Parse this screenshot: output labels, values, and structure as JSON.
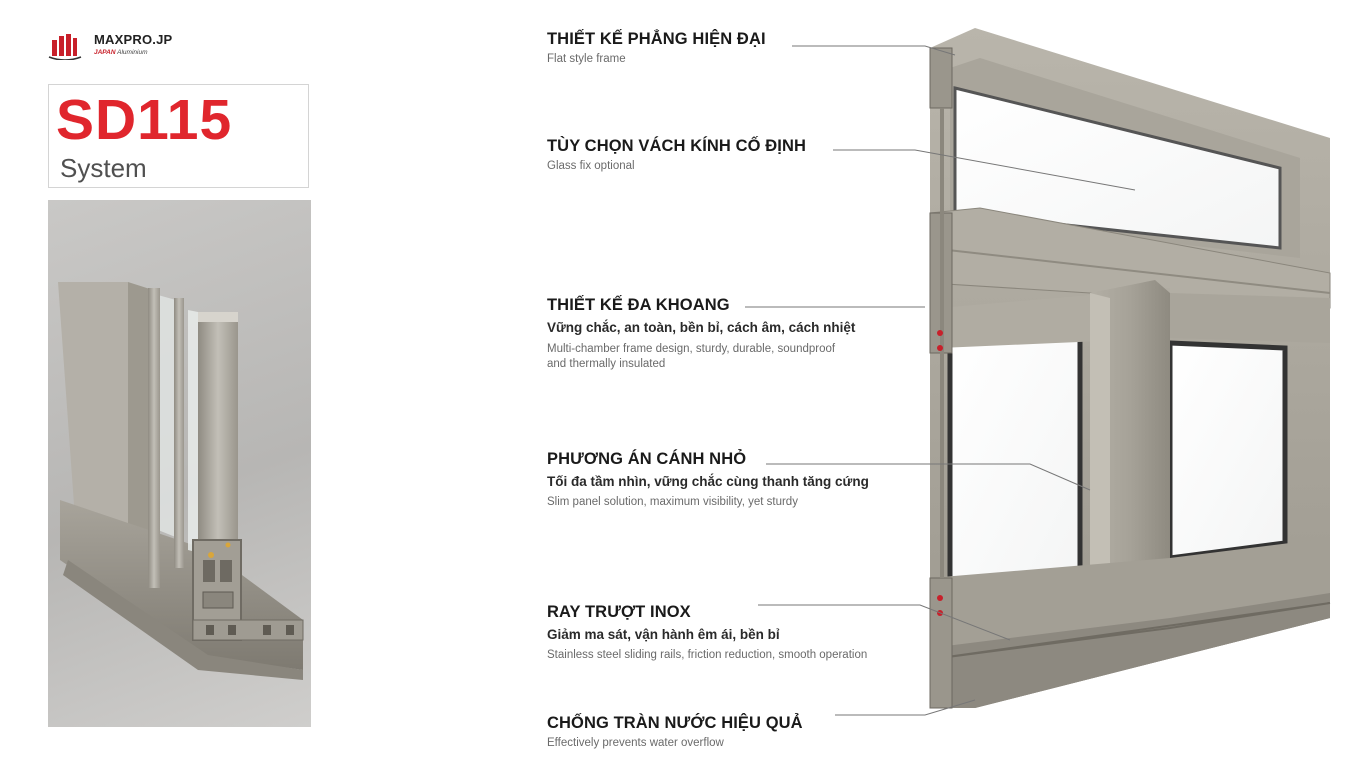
{
  "brand": {
    "name": "MAXPRO.JP",
    "tag_highlight": "JAPAN",
    "tag_rest": "Aluminium"
  },
  "model": {
    "code": "SD115",
    "subtitle": "System"
  },
  "features": [
    {
      "title": "THIẾT KẾ PHẲNG HIỆN ĐẠI",
      "subtitle": "",
      "english": "Flat style frame"
    },
    {
      "title": "TÙY CHỌN VÁCH KÍNH CỐ ĐỊNH",
      "subtitle": "",
      "english": "Glass fix optional"
    },
    {
      "title": "THIẾT KẾ ĐA KHOANG",
      "subtitle": "Vững chắc, an toàn, bền bỉ, cách âm, cách nhiệt",
      "english": "Multi-chamber frame design, sturdy, durable, soundproof",
      "english2": "and thermally insulated"
    },
    {
      "title": "PHƯƠNG ÁN CÁNH NHỎ",
      "subtitle": "Tối đa tầm nhìn, vững chắc cùng thanh tăng cứng",
      "english": "Slim panel solution, maximum visibility, yet sturdy"
    },
    {
      "title": "RAY TRƯỢT INOX",
      "subtitle": "Giảm ma sát, vận hành êm ái, bền bỉ",
      "english": "Stainless steel sliding rails, friction reduction, smooth operation"
    },
    {
      "title": "CHỐNG TRÀN NƯỚC HIỆU QUẢ",
      "subtitle": "",
      "english": "Effectively prevents water overflow"
    }
  ],
  "colors": {
    "accent_red": "#e0262d",
    "frame_gray": "#a9a59b"
  }
}
